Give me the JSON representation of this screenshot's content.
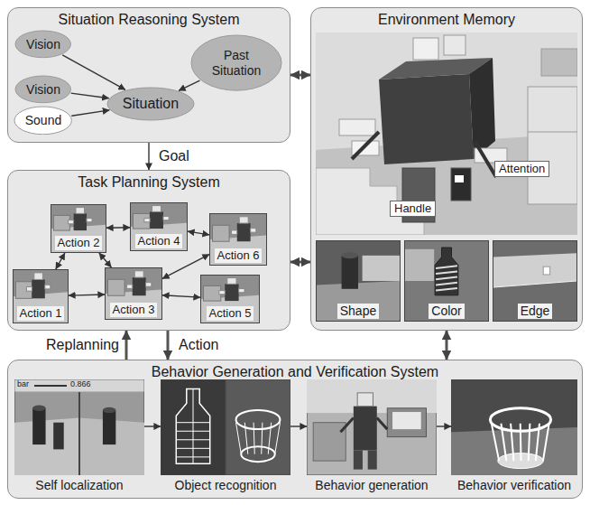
{
  "diagram": {
    "nodes": [
      {
        "text": [
          "Situation Reasoning System"
        ]
      },
      {
        "text": [
          "Vision"
        ],
        "in": 0
      },
      {
        "text": [
          "Vision"
        ],
        "in": 0
      },
      {
        "text": [
          "Sound"
        ],
        "in": 0
      },
      {
        "text": [
          "Situation"
        ],
        "in": 0
      },
      {
        "text": [
          "Past Situation"
        ],
        "in": 0
      },
      {
        "text": [
          "Environment Memory"
        ]
      },
      {
        "text": [
          "Shape"
        ],
        "in": 6
      },
      {
        "text": [
          "Color"
        ],
        "in": 6
      },
      {
        "text": [
          "Edge"
        ],
        "in": 6
      },
      {
        "text": [
          "Task Planning System"
        ]
      },
      {
        "text": [
          "Action 1"
        ],
        "in": 10
      },
      {
        "text": [
          "Action 2"
        ],
        "in": 10
      },
      {
        "text": [
          "Action 3"
        ],
        "in": 10
      },
      {
        "text": [
          "Action 4"
        ],
        "in": 10
      },
      {
        "text": [
          "Action 5"
        ],
        "in": 10
      },
      {
        "text": [
          "Action 6"
        ],
        "in": 10
      },
      {
        "text": [
          "Behavior Generation and Verification System"
        ]
      },
      {
        "text": [
          "Self localization"
        ],
        "in": 17
      },
      {
        "text": [
          "Object recognition"
        ],
        "in": 17
      },
      {
        "text": [
          "Behavior generation"
        ],
        "in": 17
      },
      {
        "text": [
          "Behavior verification"
        ],
        "in": 17
      }
    ],
    "edges": [
      {
        "from": 1,
        "to": 4,
        "arrow": "to"
      },
      {
        "from": 2,
        "to": 4,
        "arrow": "to"
      },
      {
        "from": 3,
        "to": 4,
        "arrow": "to"
      },
      {
        "from": 5,
        "to": 4,
        "arrow": "to"
      },
      {
        "from": 0,
        "to": 10,
        "label": "Goal",
        "arrow": "to"
      },
      {
        "from": 0,
        "to": 6,
        "arrow": "both"
      },
      {
        "from": 10,
        "to": 6,
        "arrow": "both"
      },
      {
        "from": 10,
        "to": 17,
        "label": "Action",
        "arrow": "to"
      },
      {
        "from": 17,
        "to": 10,
        "label": "Replanning",
        "arrow": "to"
      },
      {
        "from": 6,
        "to": 17,
        "arrow": "both"
      },
      {
        "from": 11,
        "to": 12,
        "arrow": "both"
      },
      {
        "from": 12,
        "to": 14,
        "arrow": "both"
      },
      {
        "from": 12,
        "to": 13,
        "arrow": "both"
      },
      {
        "from": 11,
        "to": 13,
        "arrow": "both"
      },
      {
        "from": 14,
        "to": 16,
        "arrow": "both"
      },
      {
        "from": 13,
        "to": 16,
        "arrow": "both"
      },
      {
        "from": 13,
        "to": 15,
        "arrow": "both"
      },
      {
        "from": 18,
        "to": 19,
        "arrow": "to"
      },
      {
        "from": 19,
        "to": 20,
        "arrow": "to"
      },
      {
        "from": 20,
        "to": 21,
        "arrow": "to"
      }
    ],
    "labels": [
      "bar",
      "0.866",
      "Attention",
      "Handle"
    ]
  }
}
